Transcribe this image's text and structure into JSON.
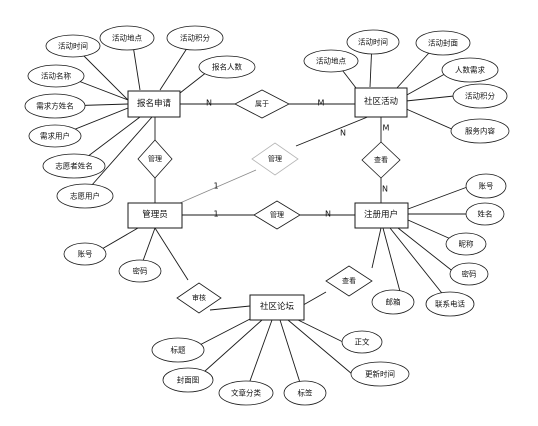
{
  "entities": {
    "registration": "报名申请",
    "community_activity": "社区活动",
    "admin": "管理员",
    "registered_user": "注册用户",
    "forum": "社区论坛"
  },
  "relationships": {
    "belongs": "属于",
    "manage_registration": "管理",
    "manage_activity": "管理",
    "view_activity": "查看",
    "manage_users": "管理",
    "review": "审核",
    "view_forum": "查看"
  },
  "attributes": {
    "registration": [
      "活动时间",
      "活动地点",
      "活动积分",
      "报名人数",
      "活动名称",
      "需求方姓名",
      "需求用户",
      "志愿者姓名",
      "志愿用户"
    ],
    "community_activity": [
      "活动时间",
      "活动封面",
      "活动地点",
      "人数需求",
      "活动积分",
      "服务内容"
    ],
    "admin": [
      "账号",
      "密码"
    ],
    "registered_user": [
      "账号",
      "姓名",
      "昵称",
      "密码",
      "联系电话",
      "邮箱"
    ],
    "forum": [
      "标题",
      "封面图",
      "文章分类",
      "标签",
      "正文",
      "更新时间"
    ]
  },
  "cardinalities": {
    "reg_belongs": "N",
    "act_belongs": "M",
    "admin_manage_act": "1",
    "act_manage": "N",
    "act_view": "M",
    "user_view": "N",
    "admin_manage_users": "1",
    "users_managed": "N"
  }
}
